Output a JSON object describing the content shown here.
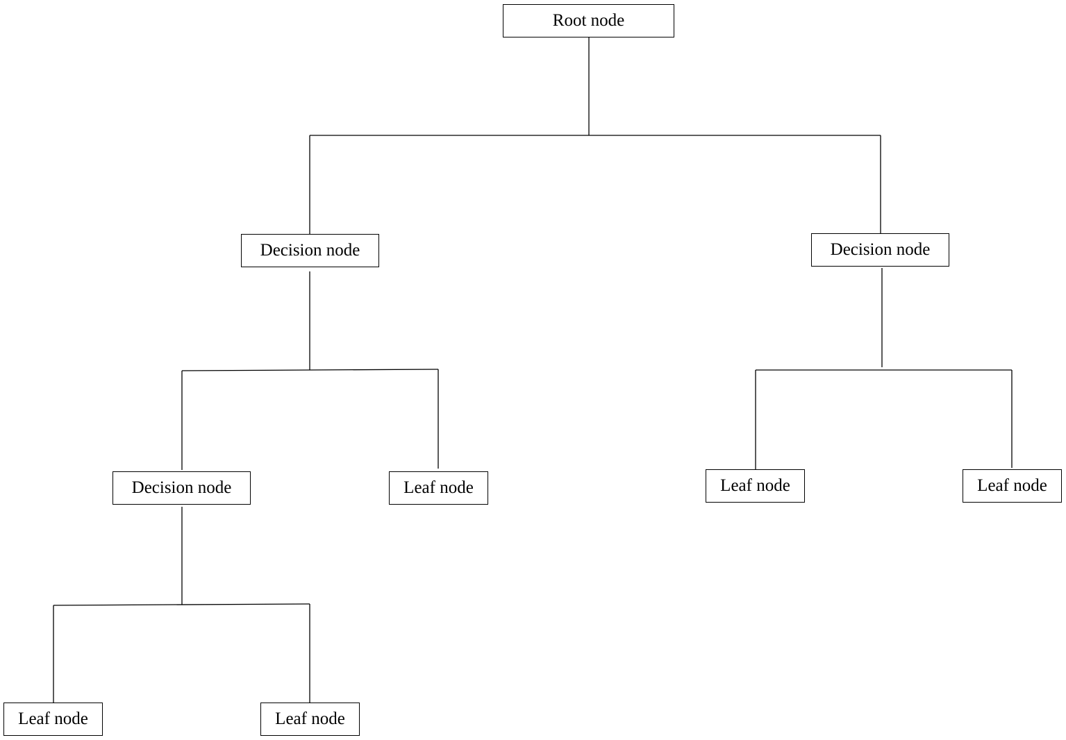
{
  "diagram": {
    "type": "tree",
    "nodes": {
      "root": {
        "label": "Root node",
        "kind": "root"
      },
      "decision_1": {
        "label": "Decision node",
        "kind": "decision",
        "parent": "root"
      },
      "decision_2": {
        "label": "Decision node",
        "kind": "decision",
        "parent": "root"
      },
      "decision_3": {
        "label": "Decision node",
        "kind": "decision",
        "parent": "decision_1"
      },
      "leaf_1": {
        "label": "Leaf node",
        "kind": "leaf",
        "parent": "decision_1"
      },
      "leaf_2": {
        "label": "Leaf node",
        "kind": "leaf",
        "parent": "decision_2"
      },
      "leaf_3": {
        "label": "Leaf node",
        "kind": "leaf",
        "parent": "decision_2"
      },
      "leaf_4": {
        "label": "Leaf node",
        "kind": "leaf",
        "parent": "decision_3"
      },
      "leaf_5": {
        "label": "Leaf node",
        "kind": "leaf",
        "parent": "decision_3"
      }
    },
    "colors": {
      "line": "#000000",
      "box_border": "#000000",
      "box_fill": "#ffffff",
      "text": "#000000"
    }
  }
}
